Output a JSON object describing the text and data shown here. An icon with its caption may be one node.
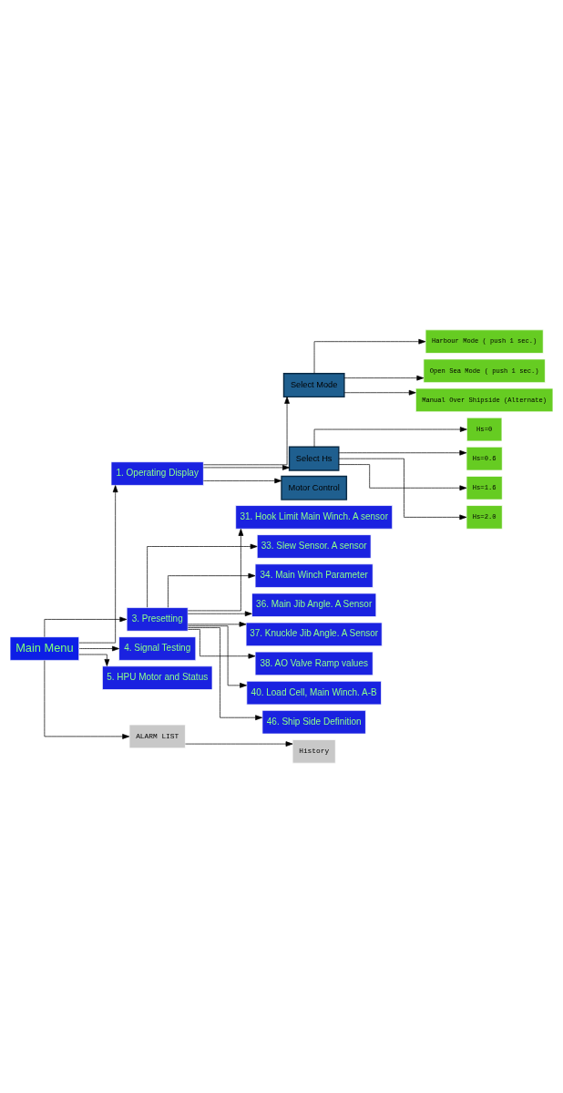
{
  "diagram": {
    "nodes": [
      {
        "text": [
          "Main Menu"
        ]
      },
      {
        "text": [
          "1. Operating Display"
        ]
      },
      {
        "text": [
          "Select Mode"
        ]
      },
      {
        "text": [
          "Harbour Mode ( push 1 sec.)"
        ]
      },
      {
        "text": [
          "Open Sea Mode ( push 1 sec.)"
        ]
      },
      {
        "text": [
          "Manual Over Shipside (Alternate)"
        ]
      },
      {
        "text": [
          "Select Hs"
        ]
      },
      {
        "text": [
          "Hs=0"
        ]
      },
      {
        "text": [
          "Hs=0.6"
        ]
      },
      {
        "text": [
          "Hs=1.6"
        ]
      },
      {
        "text": [
          "Hs=2.0"
        ]
      },
      {
        "text": [
          "Motor Control"
        ]
      },
      {
        "text": [
          "3. Presetting"
        ]
      },
      {
        "text": [
          "31. Hook Limit Main Winch. A sensor"
        ]
      },
      {
        "text": [
          "33. Slew Sensor. A sensor"
        ]
      },
      {
        "text": [
          "34. Main Winch Parameter"
        ]
      },
      {
        "text": [
          "36. Main Jib Angle. A Sensor"
        ]
      },
      {
        "text": [
          "37. Knuckle Jib Angle. A Sensor"
        ]
      },
      {
        "text": [
          "38. AO Valve Ramp values"
        ]
      },
      {
        "text": [
          "40. Load Cell, Main Winch. A-B"
        ]
      },
      {
        "text": [
          "46. Ship Side Definition"
        ]
      },
      {
        "text": [
          "4. Signal Testing"
        ]
      },
      {
        "text": [
          "5. HPU Motor and Status"
        ]
      },
      {
        "text": [
          "ALARM LIST"
        ]
      },
      {
        "text": [
          "History"
        ]
      }
    ],
    "edges": [
      {
        "from": 0,
        "to": 1,
        "arrow": "to"
      },
      {
        "from": 1,
        "to": 2,
        "arrow": "to"
      },
      {
        "from": 2,
        "to": 3,
        "arrow": "to"
      },
      {
        "from": 2,
        "to": 4,
        "arrow": "to"
      },
      {
        "from": 2,
        "to": 5,
        "arrow": "to"
      },
      {
        "from": 1,
        "to": 6,
        "arrow": "to"
      },
      {
        "from": 6,
        "to": 7,
        "arrow": "to"
      },
      {
        "from": 6,
        "to": 8,
        "arrow": "to"
      },
      {
        "from": 6,
        "to": 9,
        "arrow": "to"
      },
      {
        "from": 6,
        "to": 10,
        "arrow": "to"
      },
      {
        "from": 1,
        "to": 11,
        "arrow": "to"
      },
      {
        "from": 0,
        "to": 12,
        "arrow": "to"
      },
      {
        "from": 12,
        "to": 13,
        "arrow": "to"
      },
      {
        "from": 12,
        "to": 14,
        "arrow": "to"
      },
      {
        "from": 12,
        "to": 15,
        "arrow": "to"
      },
      {
        "from": 12,
        "to": 16,
        "arrow": "to"
      },
      {
        "from": 12,
        "to": 17,
        "arrow": "to"
      },
      {
        "from": 12,
        "to": 18,
        "arrow": "to"
      },
      {
        "from": 12,
        "to": 19,
        "arrow": "to"
      },
      {
        "from": 12,
        "to": 20,
        "arrow": "to"
      },
      {
        "from": 0,
        "to": 21,
        "arrow": "to"
      },
      {
        "from": 0,
        "to": 22,
        "arrow": "to"
      },
      {
        "from": 0,
        "to": 23,
        "arrow": "to"
      },
      {
        "from": 23,
        "to": 24,
        "arrow": "to"
      }
    ]
  }
}
